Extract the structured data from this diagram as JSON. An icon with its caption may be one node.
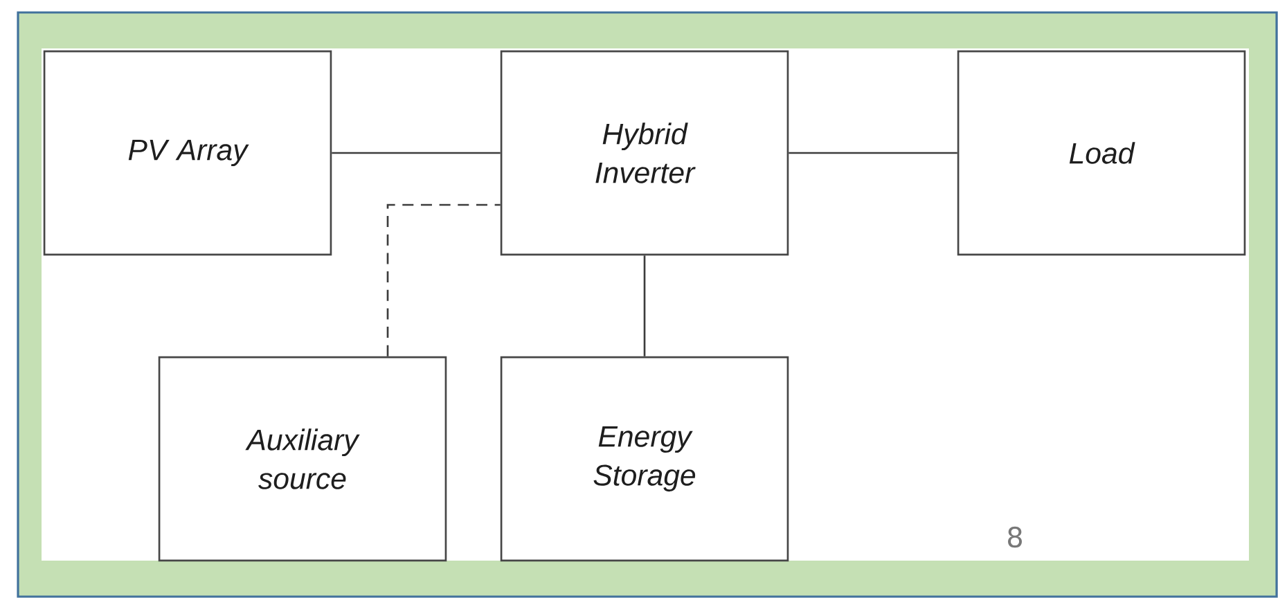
{
  "diagram": {
    "nodes": [
      {
        "text": [
          "PV Array"
        ]
      },
      {
        "text": [
          "Hybrid Inverter"
        ]
      },
      {
        "text": [
          "Load"
        ]
      },
      {
        "text": [
          "Auxiliary source"
        ]
      },
      {
        "text": [
          "Energy Storage"
        ]
      }
    ],
    "edges": [
      {
        "from": 0,
        "to": 1,
        "arrow": "none"
      },
      {
        "from": 1,
        "to": 2,
        "arrow": "none"
      },
      {
        "from": 1,
        "to": 4,
        "arrow": "none"
      },
      {
        "from": 3,
        "to": 1,
        "arrow": "none",
        "style": "dashed"
      }
    ],
    "labels": [
      "8"
    ]
  }
}
